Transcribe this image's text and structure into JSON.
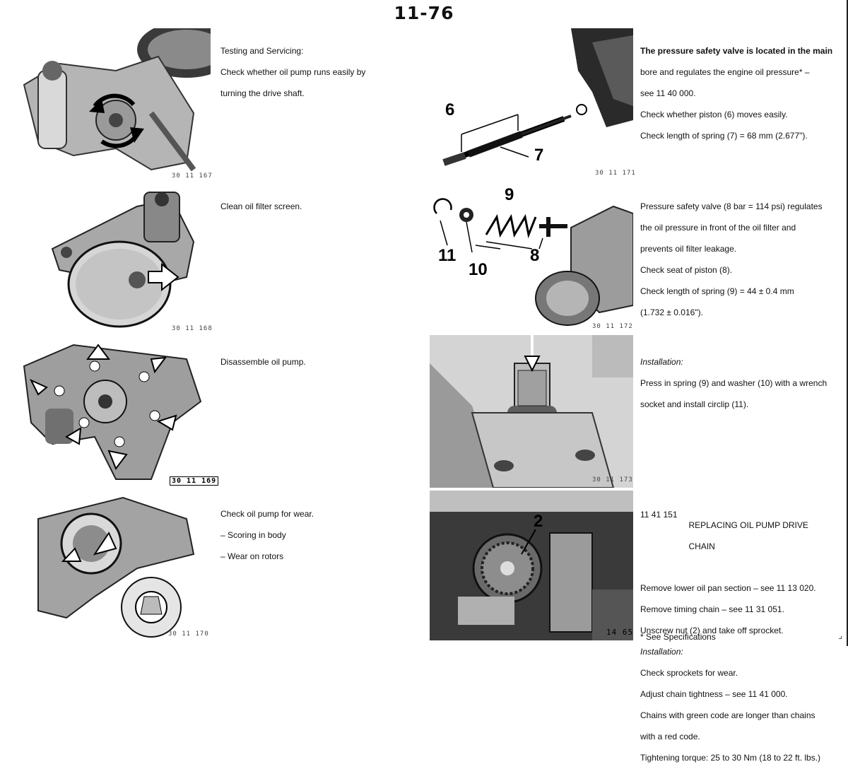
{
  "page_number": "11-76",
  "left": [
    {
      "figure_no": "30 11 167",
      "lines": [
        "Testing and Servicing:",
        "Check whether oil pump runs easily by",
        "turning the drive shaft."
      ]
    },
    {
      "figure_no": "30 11 168",
      "lines": [
        "Clean oil filter screen."
      ]
    },
    {
      "figure_no": "30 11 169",
      "lines": [
        "Disassemble oil pump."
      ]
    },
    {
      "figure_no": "30 11 170",
      "lines": [
        "Check oil pump for wear.",
        "– Scoring in body",
        "– Wear on rotors"
      ]
    }
  ],
  "right": [
    {
      "figure_no": "30 11 171",
      "callouts": [
        "6",
        "7"
      ],
      "lines": [
        "The pressure safety valve is located in the main",
        "bore and regulates the engine oil pressure* –",
        "see 11 40 000.",
        "Check whether piston (6) moves easily.",
        "Check length of spring (7) = 68 mm (2.677\")."
      ]
    },
    {
      "figure_no": "30 11 172",
      "callouts": [
        "9",
        "11",
        "10",
        "8"
      ],
      "lines": [
        "Pressure safety valve (8 bar = 114 psi) regulates",
        "the oil pressure in front of the oil filter and",
        "prevents oil filter leakage.",
        "Check seat of piston (8).",
        "Check length of spring (9) = 44 ± 0.4 mm",
        "(1.732 ± 0.016\")."
      ]
    },
    {
      "figure_no": "30 11 173",
      "subhead": "Installation:",
      "lines": [
        "Press in spring (9) and washer (10) with a wrench",
        "socket and install circlip (11)."
      ]
    },
    {
      "figure_no": "14 65",
      "callouts": [
        "2"
      ],
      "section_code": "11 41 151",
      "section_title_1": "REPLACING OIL PUMP DRIVE",
      "section_title_2": "CHAIN",
      "lines_a": [
        "Remove lower oil pan section – see 11 13 020.",
        "Remove timing chain – see 11 31 051.",
        "Unscrew nut (2) and take off sprocket."
      ],
      "subhead": "Installation:",
      "lines_b": [
        "Check sprockets for wear.",
        "Adjust chain tightness – see 11 41 000.",
        "Chains with green code are longer than chains",
        "with a red code.",
        "Tightening torque: 25 to 30 Nm (18 to 22 ft. lbs.)"
      ],
      "footnote": "* See Specifications"
    }
  ],
  "corner_mark": "⌟"
}
